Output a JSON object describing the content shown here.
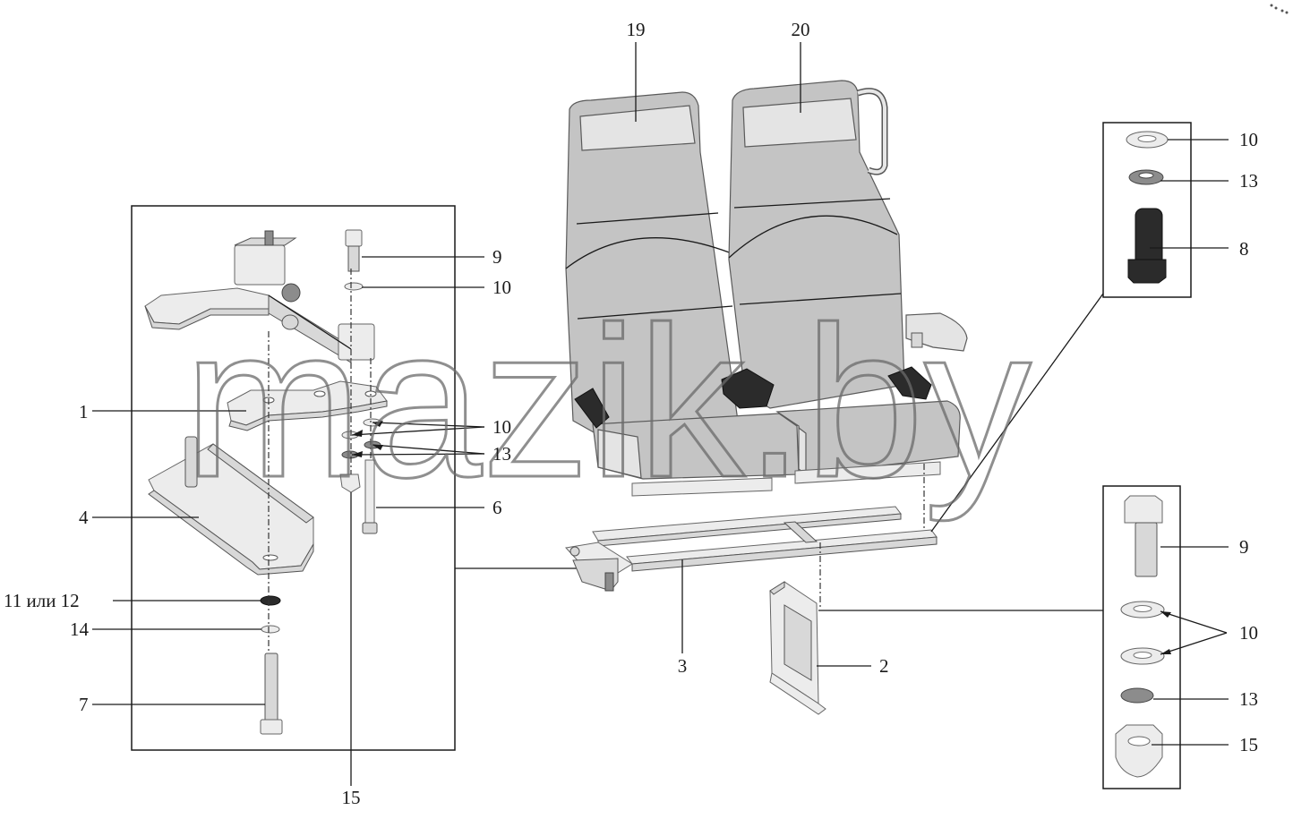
{
  "watermark": "mazik.by",
  "labels": {
    "l19": "19",
    "l20": "20",
    "l10a": "10",
    "l13a": "13",
    "l8": "8",
    "l9a": "9",
    "l10b": "10",
    "l1": "1",
    "l10c": "10",
    "l13b": "13",
    "l6": "6",
    "l4": "4",
    "l11_12": "11 или 12",
    "l14": "14",
    "l7": "7",
    "l15a": "15",
    "l3": "3",
    "l2": "2",
    "l9b": "9",
    "l10d": "10",
    "l13c": "13",
    "l15b": "15"
  }
}
